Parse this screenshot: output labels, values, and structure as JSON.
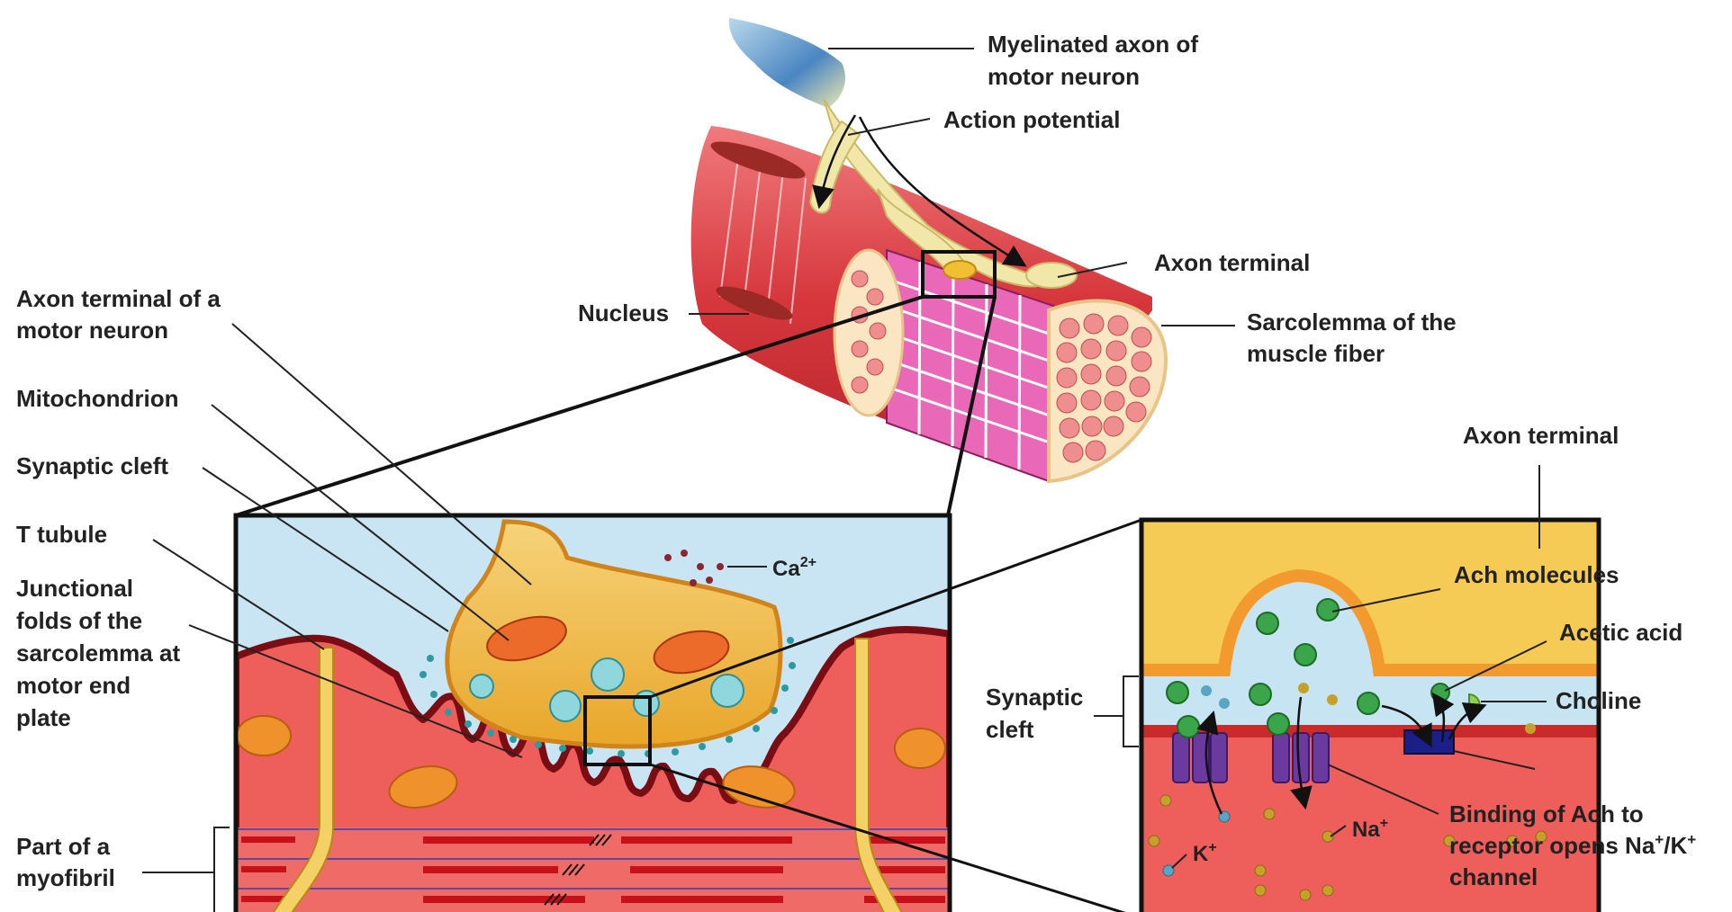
{
  "labels": {
    "myelinated_axon_line1": "Myelinated axon of",
    "myelinated_axon_line2": "motor neuron",
    "action_potential": "Action potential",
    "axon_terminal_top": "Axon terminal",
    "nucleus": "Nucleus",
    "sarcolemma_line1": "Sarcolemma of the",
    "sarcolemma_line2": "muscle fiber",
    "axon_terminal_motor_line1": "Axon terminal of a",
    "axon_terminal_motor_line2": "motor neuron",
    "mitochondrion": "Mitochondrion",
    "synaptic_cleft_left": "Synaptic cleft",
    "t_tubule": "T tubule",
    "junctional_line1": "Junctional",
    "junctional_line2": "folds of the",
    "junctional_line3": "sarcolemma at",
    "junctional_line4": "motor end",
    "junctional_line5": "plate",
    "myofibril_line1": "Part of a",
    "myofibril_line2": "myofibril",
    "calcium_base": "Ca",
    "calcium_sup": "2+",
    "axon_terminal_right": "Axon terminal",
    "ach_molecules": "Ach molecules",
    "acetic_acid": "Acetic acid",
    "choline": "Choline",
    "synaptic_cleft_right_line1": "Synaptic",
    "synaptic_cleft_right_line2": "cleft",
    "binding_line1": "Binding of Ach to",
    "binding_line2_a": "receptor opens Na",
    "binding_line2_sup1": "+",
    "binding_line2_b": "/K",
    "binding_line2_sup2": "+",
    "binding_line3": "channel",
    "na_base": "Na",
    "na_sup": "+",
    "k_base": "K",
    "k_sup": "+"
  },
  "colors": {
    "muscle_red": "#d9454a",
    "muscle_light": "#ee7d7f",
    "cleft_blue": "#c6e4f2",
    "terminal_yellow": "#f2b93b",
    "terminal_orange": "#f39a2f",
    "myofibril_pink": "#e968b8",
    "ach_green": "#3aa54a",
    "channel_purple": "#6a3a9e",
    "receptor_navy": "#1b1f8a"
  }
}
